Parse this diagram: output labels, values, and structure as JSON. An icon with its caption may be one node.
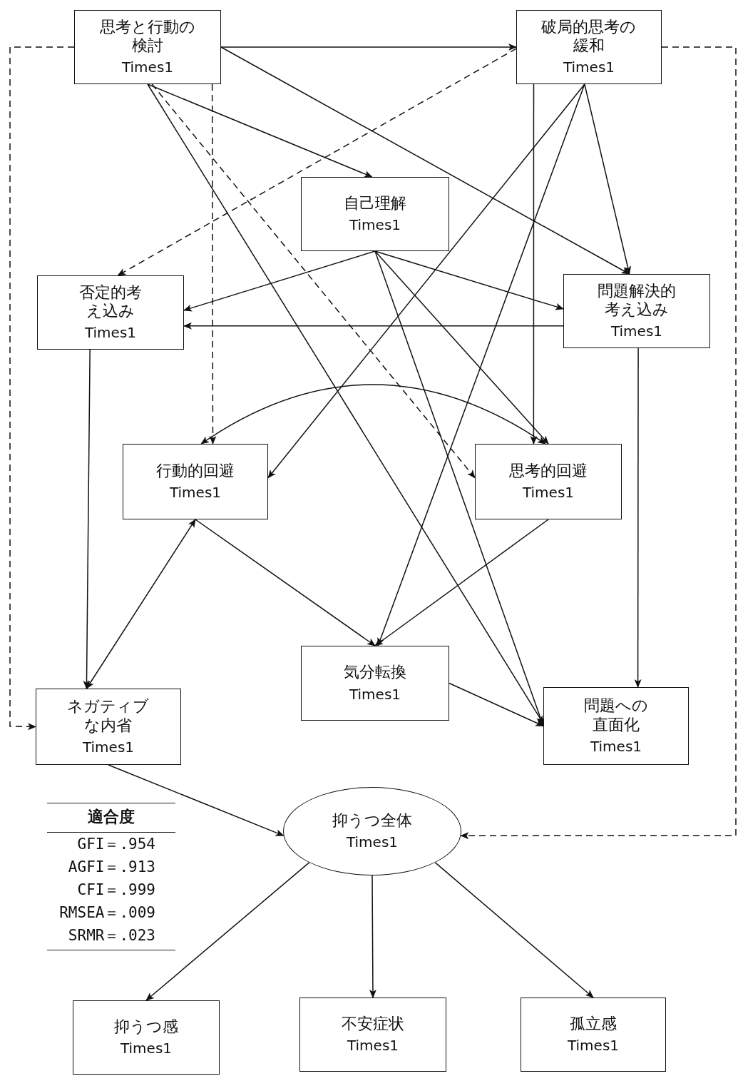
{
  "diagram": {
    "nodes": [
      {
        "text": [
          "思考と行動の検討",
          "Times1"
        ]
      },
      {
        "text": [
          "破局的思考の緩和",
          "Times1"
        ]
      },
      {
        "text": [
          "自己理解",
          "Times1"
        ]
      },
      {
        "text": [
          "否定的考え込み",
          "Times1"
        ]
      },
      {
        "text": [
          "問題解決的考え込み",
          "Times1"
        ]
      },
      {
        "text": [
          "行動的回避",
          "Times1"
        ]
      },
      {
        "text": [
          "思考的回避",
          "Times1"
        ]
      },
      {
        "text": [
          "気分転換",
          "Times1"
        ]
      },
      {
        "text": [
          "ネガティブな内省",
          "Times1"
        ]
      },
      {
        "text": [
          "問題への直面化",
          "Times1"
        ]
      },
      {
        "text": [
          "抑うつ全体",
          "Times1"
        ]
      },
      {
        "text": [
          "抑うつ感",
          "Times1"
        ]
      },
      {
        "text": [
          "不安症状",
          "Times1"
        ]
      },
      {
        "text": [
          "孤立感",
          "Times1"
        ]
      }
    ],
    "edges": [
      {
        "from": 0,
        "to": 1,
        "arrow": "to"
      },
      {
        "from": 0,
        "to": 4,
        "arrow": "to"
      },
      {
        "from": 0,
        "to": 2,
        "arrow": "to"
      },
      {
        "from": 0,
        "to": 9,
        "arrow": "to"
      },
      {
        "from": 0,
        "to": 6,
        "arrow": "to",
        "style": "dashed"
      },
      {
        "from": 0,
        "to": 5,
        "arrow": "to",
        "style": "dashed"
      },
      {
        "from": 0,
        "to": 8,
        "arrow": "to",
        "style": "dashed"
      },
      {
        "from": 1,
        "to": 3,
        "arrow": "to",
        "style": "dashed"
      },
      {
        "from": 1,
        "to": 10,
        "arrow": "to",
        "style": "dashed"
      },
      {
        "from": 1,
        "to": 6,
        "arrow": "to"
      },
      {
        "from": 1,
        "to": 5,
        "arrow": "to"
      },
      {
        "from": 1,
        "to": 7,
        "arrow": "to"
      },
      {
        "from": 1,
        "to": 4,
        "arrow": "to"
      },
      {
        "from": 2,
        "to": 3,
        "arrow": "to"
      },
      {
        "from": 2,
        "to": 4,
        "arrow": "to"
      },
      {
        "from": 2,
        "to": 6,
        "arrow": "to"
      },
      {
        "from": 2,
        "to": 9,
        "arrow": "to"
      },
      {
        "from": 4,
        "to": 3,
        "arrow": "to"
      },
      {
        "from": 4,
        "to": 9,
        "arrow": "to"
      },
      {
        "from": 3,
        "to": 8,
        "arrow": "to"
      },
      {
        "from": 5,
        "to": 6,
        "arrow": "both"
      },
      {
        "from": 5,
        "to": 8,
        "arrow": "both"
      },
      {
        "from": 5,
        "to": 7,
        "arrow": "to"
      },
      {
        "from": 6,
        "to": 7,
        "arrow": "to"
      },
      {
        "from": 7,
        "to": 9,
        "arrow": "to"
      },
      {
        "from": 8,
        "to": 10,
        "arrow": "to"
      },
      {
        "from": 10,
        "to": 11,
        "arrow": "to"
      },
      {
        "from": 10,
        "to": 12,
        "arrow": "to"
      },
      {
        "from": 10,
        "to": 13,
        "arrow": "to"
      }
    ],
    "labels": [
      "適合度",
      "GFI＝.954",
      "AGFI＝.913",
      "CFI＝.999",
      "RMSEA＝.009",
      "SRMR＝.023"
    ]
  }
}
